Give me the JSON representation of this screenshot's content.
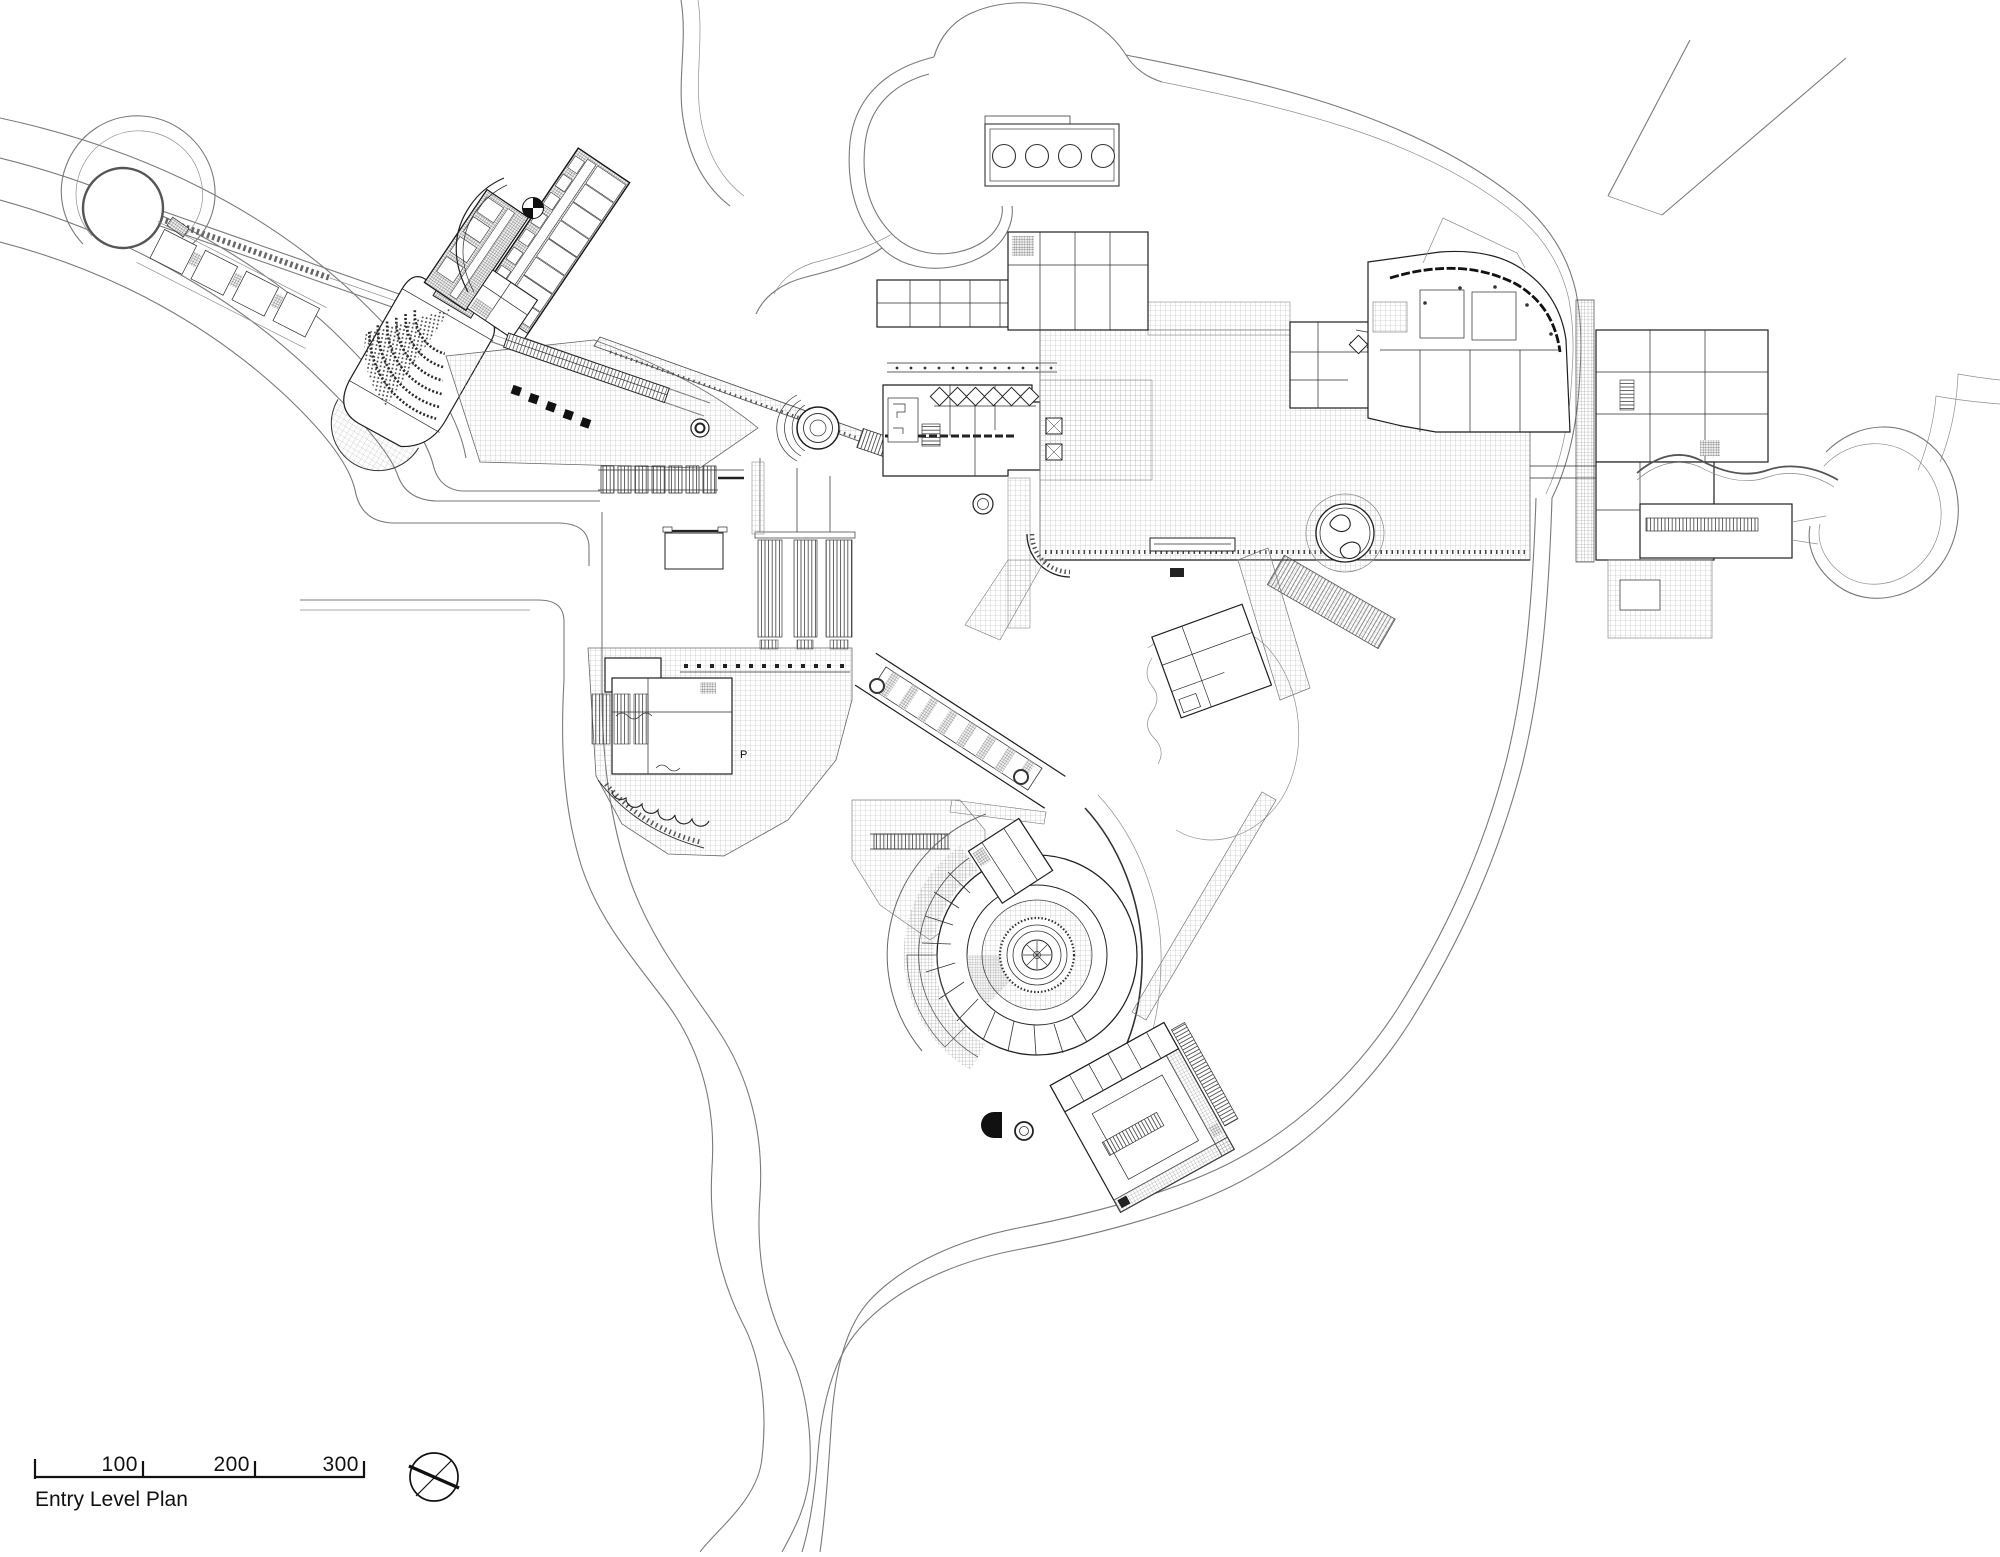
{
  "drawing": {
    "title": "Entry Level Plan",
    "parking_label": "P"
  },
  "scale_bar": {
    "labels": [
      "100",
      "200",
      "300"
    ]
  },
  "icons": {
    "north_arrow": "north-arrow-compass"
  },
  "colors": {
    "paper": "#ffffff",
    "ink": "#1c1c1c",
    "road": "#7a7a7a",
    "hatch_light": "#adadad",
    "hatch_dark": "#5e5e5e"
  }
}
